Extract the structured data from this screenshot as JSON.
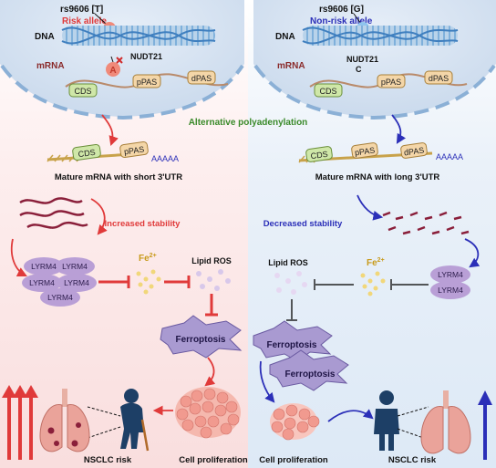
{
  "left": {
    "snp_label": "rs9606 [T]",
    "allele_label": "Risk allele",
    "allele_base": "T",
    "dna_label": "DNA",
    "mrna_label": "mRNA",
    "mrna_base": "A",
    "nudt21_label": "NUDT21",
    "cds": "CDS",
    "ppas": "pPAS",
    "dpas": "dPAS",
    "product_cds": "CDS",
    "product_ppas": "pPAS",
    "product_tail": "AAAAA",
    "product_caption": "Mature mRNA with short 3'UTR",
    "stability": "Increased stability",
    "lyrm4": [
      "LYRM4",
      "LYRM4",
      "LYRM4",
      "LYRM4",
      "LYRM4"
    ],
    "fe": "Fe",
    "fe_sup": "2+",
    "lipid_ros": "Lipid ROS",
    "ferroptosis": "Ferroptosis",
    "nsclc": "NSCLC risk",
    "cell_prolif": "Cell proliferation"
  },
  "right": {
    "snp_label": "rs9606 [G]",
    "allele_label": "Non-risk allele",
    "allele_base": "G",
    "dna_label": "DNA",
    "mrna_label": "mRNA",
    "nudt21_label": "NUDT21",
    "nudt21_base": "C",
    "cds": "CDS",
    "ppas": "pPAS",
    "dpas": "dPAS",
    "product_cds": "CDS",
    "product_ppas": "pPAS",
    "product_dpas": "dPAS",
    "product_tail": "AAAAA",
    "product_caption": "Mature mRNA with long 3'UTR",
    "stability": "Decreased stability",
    "lyrm4": [
      "LYRM4",
      "LYRM4"
    ],
    "fe": "Fe",
    "fe_sup": "2+",
    "lipid_ros": "Lipid ROS",
    "ferroptosis_1": "Ferroptosis",
    "ferroptosis_2": "Ferroptosis",
    "nsclc": "NSCLC risk",
    "cell_prolif": "Cell proliferation"
  },
  "center_label": "Alternative polyadenylation",
  "colors": {
    "risk": "#e03a3a",
    "nonrisk": "#2b2fb8",
    "green": "#3a8a2a",
    "nucleus": "#c7d9ee",
    "lyrm4": "#b99fd6",
    "ferroptosis": "#a99ad1",
    "cell": "#f19a8f"
  },
  "icons": [
    "person-cane-icon",
    "person-icon",
    "lung-icon",
    "cell-cluster-icon",
    "dna-helix-icon"
  ]
}
